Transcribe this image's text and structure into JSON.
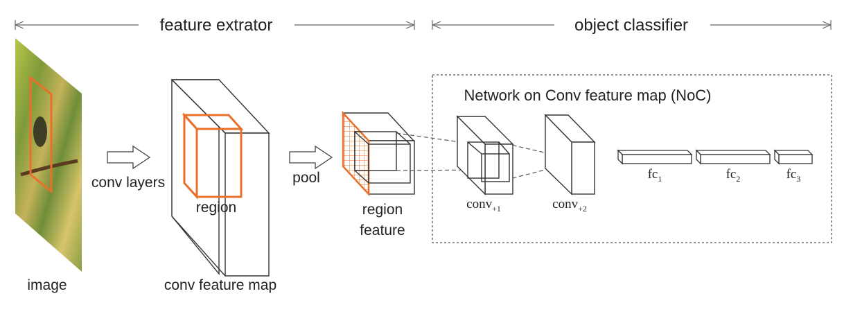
{
  "sections": {
    "feature_extractor": "feature extrator",
    "object_classifier": "object classifier"
  },
  "noc_box": {
    "title": "Network on Conv feature map (NoC)"
  },
  "labels": {
    "image": "image",
    "conv_layers": "conv layers",
    "region": "region",
    "conv_feature_map": "conv feature map",
    "pool": "pool",
    "region_feature_line1": "region",
    "region_feature_line2": "feature"
  },
  "noc_layers": [
    {
      "base": "conv",
      "sub": "+1"
    },
    {
      "base": "conv",
      "sub": "+2"
    },
    {
      "base": "fc",
      "sub": "1"
    },
    {
      "base": "fc",
      "sub": "2"
    },
    {
      "base": "fc",
      "sub": "3"
    }
  ],
  "colors": {
    "region_highlight": "#e8702a",
    "line": "#333333",
    "dashed_frame": "#555555"
  }
}
